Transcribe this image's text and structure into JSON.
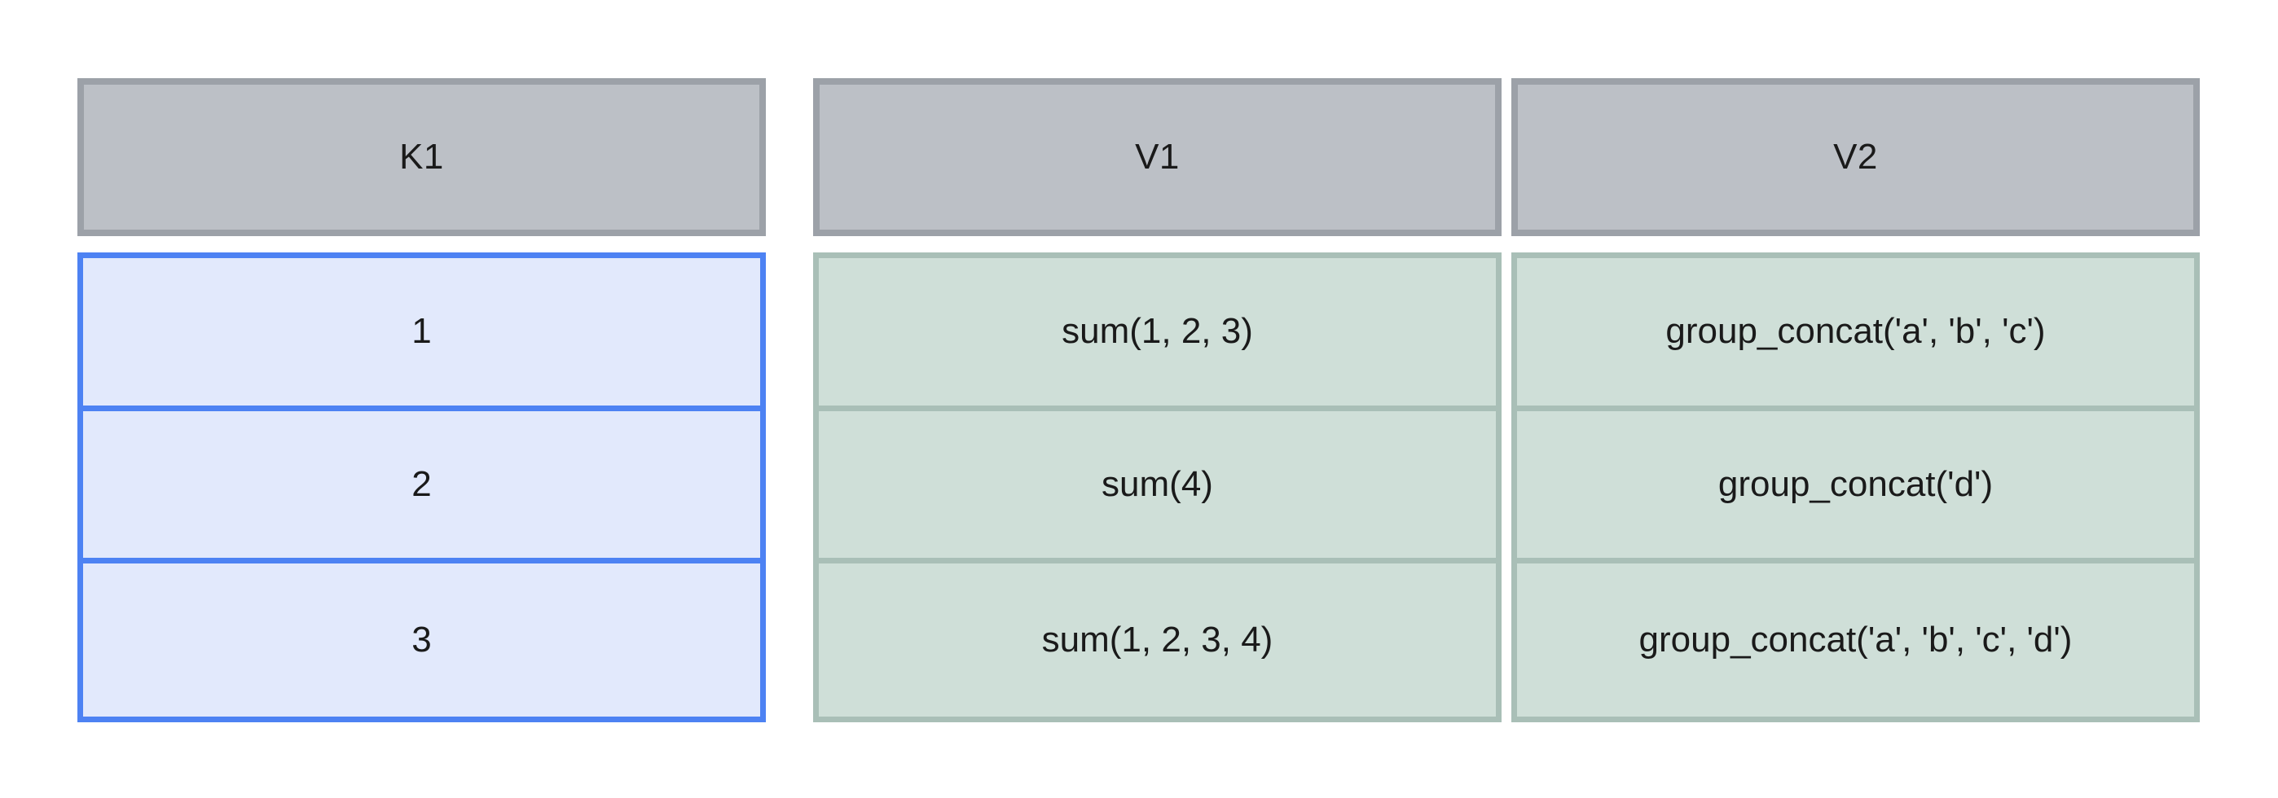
{
  "diagram": {
    "type": "table",
    "title": "",
    "colors": {
      "header_fill": "#bcc0c6",
      "header_border": "#9ca1a8",
      "key_fill": "#e2e9fc",
      "key_border": "#4d82f3",
      "value_fill": "#cfdfd8",
      "value_border": "#a9bfb7",
      "text": "#1a1a1a",
      "background": "#ffffff"
    },
    "columns": [
      {
        "id": "k1",
        "header": "K1",
        "kind": "key",
        "cells": [
          "1",
          "2",
          "3"
        ]
      },
      {
        "id": "v1",
        "header": "V1",
        "kind": "value",
        "cells": [
          "sum(1, 2, 3)",
          "sum(4)",
          "sum(1, 2, 3, 4)"
        ]
      },
      {
        "id": "v2",
        "header": "V2",
        "kind": "value",
        "cells": [
          "group_concat('a', 'b', 'c')",
          "group_concat('d')",
          "group_concat('a', 'b', 'c', 'd')"
        ]
      }
    ]
  }
}
